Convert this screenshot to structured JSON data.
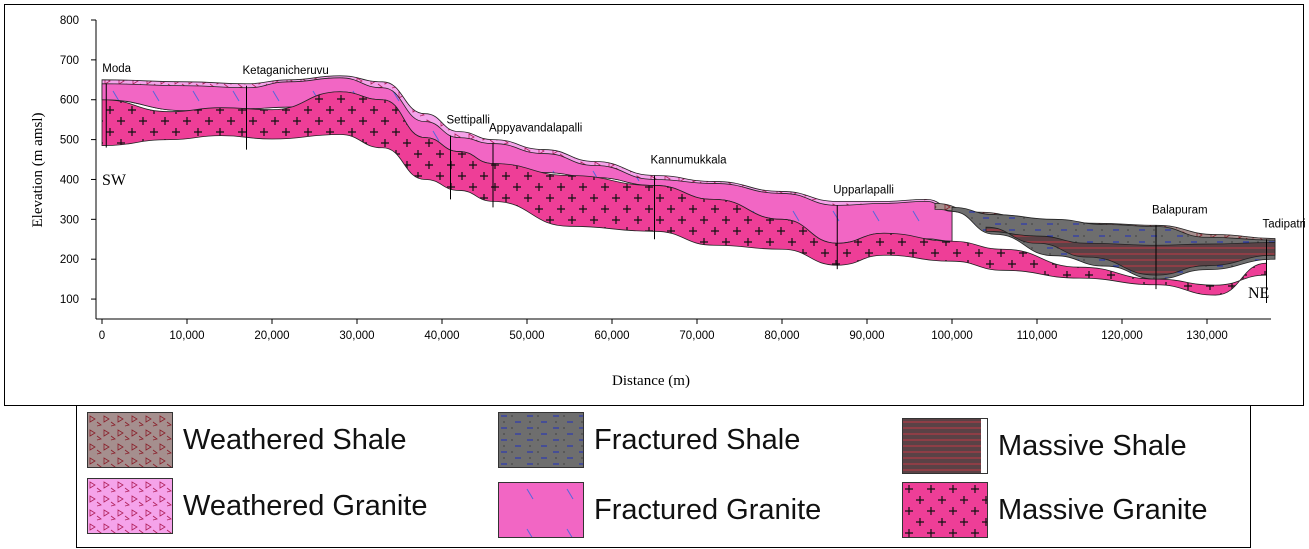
{
  "chart": {
    "x_title": "Distance (m)",
    "y_title": "Elevation (m amsl)",
    "x_range": [
      0,
      138000
    ],
    "y_range": [
      50,
      800
    ],
    "x_ticks": [
      {
        "value": 0,
        "label": "0"
      },
      {
        "value": 10000,
        "label": "10,000"
      },
      {
        "value": 20000,
        "label": "20,000"
      },
      {
        "value": 30000,
        "label": "30,000"
      },
      {
        "value": 40000,
        "label": "40,000"
      },
      {
        "value": 50000,
        "label": "50,000"
      },
      {
        "value": 60000,
        "label": "60,000"
      },
      {
        "value": 70000,
        "label": "70,000"
      },
      {
        "value": 80000,
        "label": "80,000"
      },
      {
        "value": 90000,
        "label": "90,000"
      },
      {
        "value": 100000,
        "label": "100,000"
      },
      {
        "value": 110000,
        "label": "110,000"
      },
      {
        "value": 120000,
        "label": "120,000"
      },
      {
        "value": 130000,
        "label": "130,000"
      }
    ],
    "y_ticks": [
      {
        "value": 100,
        "label": "100"
      },
      {
        "value": 200,
        "label": "200"
      },
      {
        "value": 300,
        "label": "300"
      },
      {
        "value": 400,
        "label": "400"
      },
      {
        "value": 500,
        "label": "500"
      },
      {
        "value": 600,
        "label": "600"
      },
      {
        "value": 700,
        "label": "700"
      },
      {
        "value": 800,
        "label": "800"
      }
    ],
    "directions": {
      "start": "SW",
      "end": "NE"
    },
    "colors": {
      "weathered_granite": "#f5a3ea",
      "fractured_granite": "#f266c4",
      "massive_granite": "#ee3e97",
      "weathered_shale": "#a58f8e",
      "fractured_shale": "#6e6e6e",
      "massive_shale": "#5a4246"
    }
  },
  "chart_data": {
    "type": "area",
    "xlabel": "Distance (m)",
    "ylabel": "Elevation (m amsl)",
    "xlim": [
      0,
      138000
    ],
    "ylim": [
      50,
      800
    ],
    "boreholes": [
      {
        "name": "Moda",
        "x": 500,
        "elevation": 640
      },
      {
        "name": "Ketaganicheruvu",
        "x": 17000,
        "elevation": 635
      },
      {
        "name": "Settipalli",
        "x": 41000,
        "elevation": 510
      },
      {
        "name": "Appyavandalapalli",
        "x": 46000,
        "elevation": 490
      },
      {
        "name": "Kannumukkala",
        "x": 65000,
        "elevation": 410
      },
      {
        "name": "Upparlapalli",
        "x": 86500,
        "elevation": 335
      },
      {
        "name": "Balapuram",
        "x": 124000,
        "elevation": 285
      },
      {
        "name": "Tadipatri",
        "x": 137000,
        "elevation": 250
      }
    ],
    "series": [
      {
        "name": "Weathered Granite",
        "x": [
          0,
          10000,
          17000,
          22000,
          28000,
          33000,
          38000,
          42000,
          46000,
          52000,
          58000,
          65000,
          72000,
          80000,
          86500,
          92000,
          97000,
          100000
        ],
        "y": [
          650,
          645,
          640,
          650,
          660,
          645,
          565,
          520,
          500,
          475,
          445,
          410,
          395,
          370,
          345,
          345,
          350,
          330
        ]
      },
      {
        "name": "Fractured Granite",
        "x": [
          0,
          10000,
          17000,
          22000,
          28000,
          33000,
          38000,
          42000,
          46000,
          52000,
          58000,
          65000,
          72000,
          80000,
          86500,
          92000,
          97000,
          100000
        ],
        "y": [
          640,
          635,
          630,
          645,
          655,
          630,
          545,
          505,
          490,
          465,
          435,
          400,
          390,
          365,
          335,
          340,
          345,
          320
        ]
      },
      {
        "name": "Massive Granite",
        "x": [
          0,
          8000,
          14000,
          20000,
          28000,
          33000,
          38000,
          42000,
          46000,
          55000,
          65000,
          72000,
          80000,
          86500,
          92000,
          100000,
          106000,
          115000,
          124000,
          131000,
          137000
        ],
        "y": [
          600,
          570,
          580,
          575,
          620,
          600,
          505,
          470,
          440,
          410,
          385,
          350,
          300,
          240,
          265,
          245,
          225,
          180,
          150,
          135,
          160
        ]
      },
      {
        "name": "Weathered Shale",
        "x": [
          98000,
          103000,
          110000,
          117000,
          124000,
          131000,
          138000
        ],
        "y": [
          340,
          318,
          300,
          290,
          285,
          262,
          252
        ]
      },
      {
        "name": "Fractured Shale",
        "x": [
          100000,
          105000,
          112000,
          118000,
          124000,
          130000,
          138000
        ],
        "y": [
          330,
          312,
          300,
          287,
          282,
          255,
          248
        ]
      },
      {
        "name": "Massive Shale",
        "x": [
          104000,
          110000,
          116000,
          124000,
          130000,
          138000
        ],
        "y": [
          270,
          258,
          240,
          235,
          238,
          242
        ]
      }
    ]
  },
  "legend": [
    {
      "key": "weathered_shale",
      "label": "Weathered Shale"
    },
    {
      "key": "fractured_shale",
      "label": "Fractured Shale"
    },
    {
      "key": "massive_shale",
      "label": "Massive Shale"
    },
    {
      "key": "weathered_granite",
      "label": "Weathered Granite"
    },
    {
      "key": "fractured_granite",
      "label": "Fractured Granite"
    },
    {
      "key": "massive_granite",
      "label": "Massive Granite"
    }
  ]
}
